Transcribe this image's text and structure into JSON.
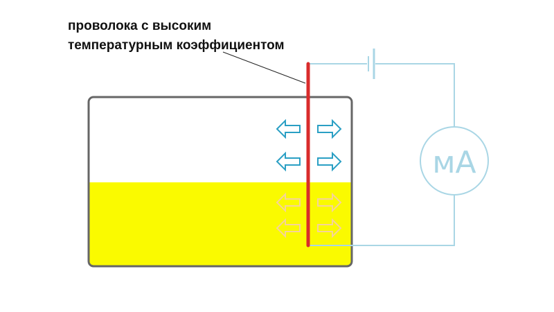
{
  "diagram": {
    "annotation": {
      "lines": [
        "проволока с высоким",
        "температурным коэффициентом"
      ]
    },
    "meter": {
      "symbol": "мА"
    },
    "colors": {
      "liquid": "#fafa00",
      "vessel_border": "#666666",
      "wire": "#d92b2b",
      "circuit": "#a9d6e5",
      "meter": "#a9d6e5",
      "arrows_air": "#2a9fc4",
      "arrows_liquid": "#f5d39a",
      "leader_line": "#222222"
    },
    "icons": [
      "arrow-left-icon",
      "arrow-right-icon",
      "battery-icon"
    ]
  }
}
